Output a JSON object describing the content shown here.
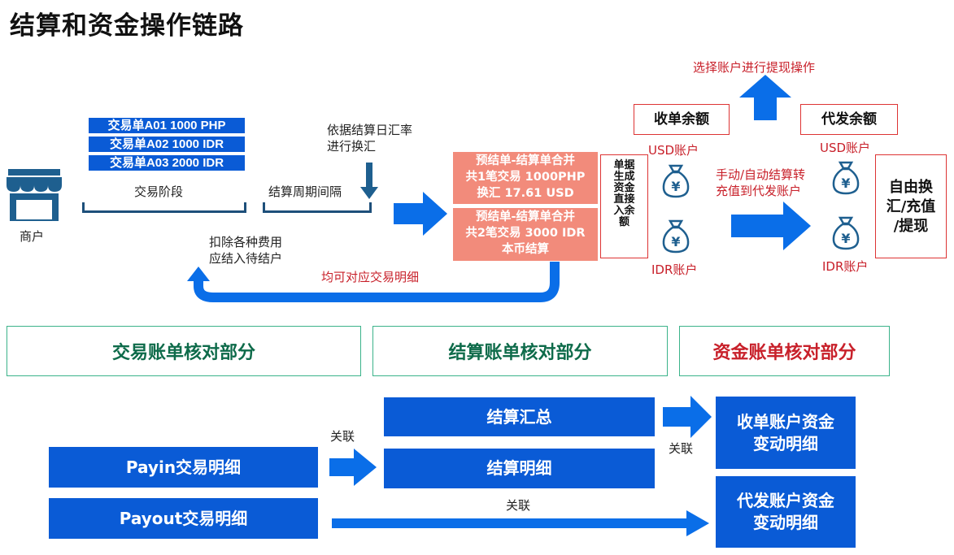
{
  "title": "结算和资金操作链路",
  "merchant": {
    "label": "商户",
    "icon": "store-icon"
  },
  "transactions": [
    "交易单A01  1000 PHP",
    "交易单A02  1000 IDR",
    "交易单A03  2000 IDR"
  ],
  "stages": {
    "trade": "交易阶段",
    "settle_interval": "结算周期间隔",
    "fx_note": [
      "依据结算日汇率",
      "进行换汇"
    ],
    "deduct_note": [
      "扣除各种费用",
      "应结入待结户"
    ],
    "match_note": "均可对应交易明细"
  },
  "pre_settle": [
    {
      "lines": [
        "预结单-结算单合并",
        "共1笔交易  1000PHP",
        "换汇 17.61 USD"
      ]
    },
    {
      "lines": [
        "预结单-结算单合并",
        "共2笔交易  3000 IDR",
        "本币结算"
      ]
    }
  ],
  "single_note": [
    "单",
    "据",
    "生",
    "成",
    "资",
    "金",
    "直",
    "接",
    "入",
    "余",
    "额"
  ],
  "collect_balance": {
    "title": "收单余额",
    "usd": "USD账户",
    "idr": "IDR账户"
  },
  "payout_balance": {
    "title": "代发余额",
    "usd": "USD账户",
    "idr": "IDR账户"
  },
  "withdraw_note": "选择账户进行提现操作",
  "transfer_note": [
    "手动/自动结算转",
    "充值到代发账户"
  ],
  "free_box": [
    "自由换",
    "汇/充值",
    "/提现"
  ],
  "sections": [
    {
      "label": "交易账单核对部分",
      "color": "#0e6b4a"
    },
    {
      "label": "结算账单核对部分",
      "color": "#0e6b4a"
    },
    {
      "label": "资金账单核对部分",
      "color": "#c8202a"
    }
  ],
  "bottom": {
    "payin": "Payin交易明细",
    "payout": "Payout交易明细",
    "settle_summary": "结算汇总",
    "settle_detail": "结算明细",
    "collect_fund": [
      "收单账户资金",
      "变动明细"
    ],
    "payout_fund": [
      "代发账户资金",
      "变动明细"
    ],
    "link1": "关联",
    "link2": "关联",
    "link3": "关联"
  },
  "colors": {
    "blue": "#0a5bd6",
    "salmon": "#f28b7b",
    "red": "#c8202a",
    "green_border": "#3bb38a"
  }
}
